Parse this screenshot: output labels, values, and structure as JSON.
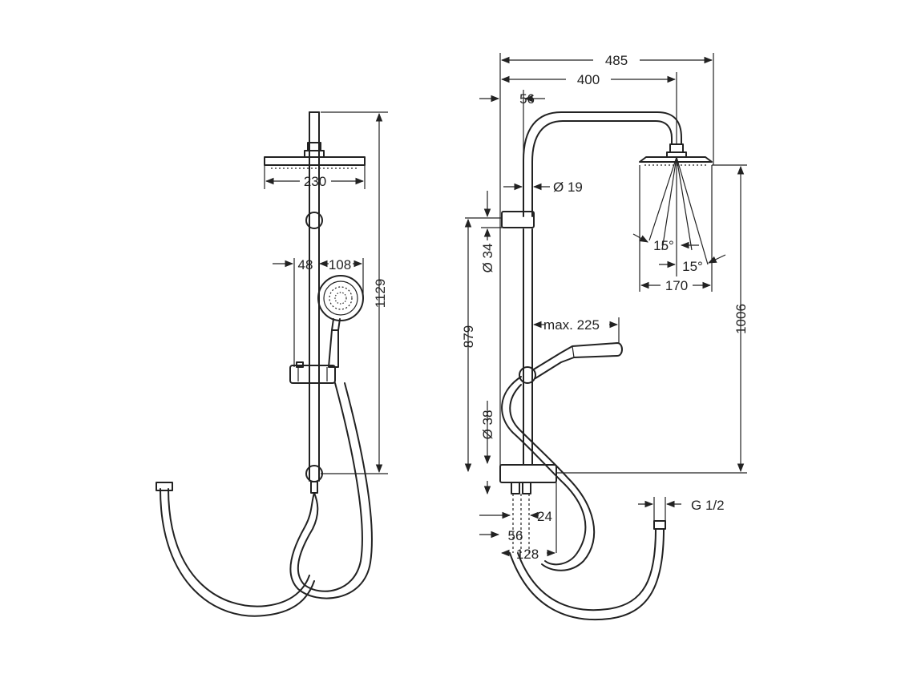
{
  "front_view": {
    "dim_total_height": "1129",
    "dim_head_width": "230",
    "dim_offset_a": "48",
    "dim_offset_b": "108"
  },
  "side_view": {
    "dim_total_depth": "485",
    "dim_arm_reach": "400",
    "dim_top_offset": "56",
    "dim_pipe_diameter": "Ø 19",
    "dim_upper_diameter": "Ø 34",
    "dim_rail_height": "879",
    "dim_lower_diameter": "Ø 38",
    "dim_handshower_reach": "max. 225",
    "dim_head_height": "1006",
    "dim_angle_left": "15°",
    "dim_angle_right": "15°",
    "dim_spray_width": "170",
    "dim_outlet_spacing": "24",
    "dim_bottom_offset": "56",
    "dim_bracket_width": "128",
    "dim_thread": "G 1/2"
  }
}
